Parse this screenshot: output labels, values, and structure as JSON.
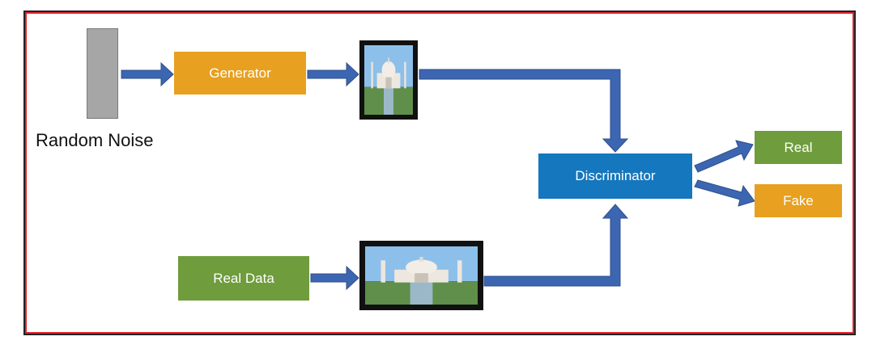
{
  "nodes": {
    "random_noise": "Random Noise",
    "generator": "Generator",
    "discriminator": "Discriminator",
    "real": "Real",
    "fake": "Fake",
    "real_data": "Real Data"
  },
  "images": {
    "generated": "taj-mahal-photo-icon",
    "real": "taj-mahal-photo-icon"
  },
  "colors": {
    "generator": "#e8a020",
    "discriminator": "#1577bd",
    "real": "#6f9c3c",
    "fake": "#e8a020",
    "real_data": "#6f9c3c",
    "arrow": "#3c66b1",
    "noise": "#a6a6a6",
    "frame_outer": "#222222",
    "frame_inner": "#e0242a"
  }
}
